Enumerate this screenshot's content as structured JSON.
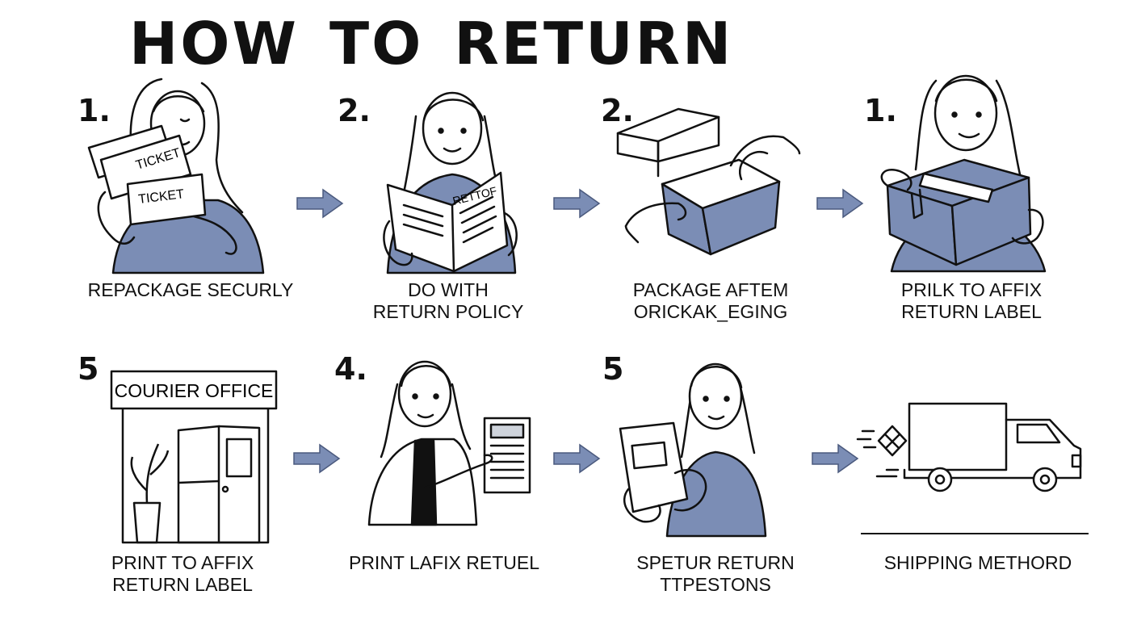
{
  "title": "HOW TO RETURN",
  "colors": {
    "accent": "#7b8db5",
    "ink": "#111111"
  },
  "steps": [
    {
      "number": "1.",
      "caption_lines": [
        "REPACKAGE SECURLY"
      ],
      "ticket_label": "TICKET",
      "ticket_label_2": "TICKET",
      "icon": "tickets-icon"
    },
    {
      "number": "2.",
      "caption_lines": [
        "DO WITH",
        "RETURN POLICY"
      ],
      "booklet_label": "RETTOF",
      "icon": "booklet-icon"
    },
    {
      "number": "2.",
      "caption_lines": [
        "PACKAGE AFTEM",
        "ORICKAK_EGING"
      ],
      "icon": "box-icon"
    },
    {
      "number": "1.",
      "caption_lines": [
        "PRILK TO AFFIX",
        "RETURN LABEL"
      ],
      "icon": "package-icon"
    },
    {
      "number": "5",
      "caption_lines": [
        "PRINT TO AFFIX",
        "RETURN LABEL"
      ],
      "sign": "COURIER OFFICE",
      "icon": "courier-office-icon"
    },
    {
      "number": "4.",
      "caption_lines": [
        "PRINT LAFIX RETUEL"
      ],
      "icon": "printed-label-icon"
    },
    {
      "number": "5",
      "caption_lines": [
        "SPETUR RETURN",
        "TTPESTONS"
      ],
      "icon": "document-icon"
    },
    {
      "number": "",
      "caption_lines": [
        "SHIPPING METHORD"
      ],
      "icon": "truck-icon"
    }
  ]
}
